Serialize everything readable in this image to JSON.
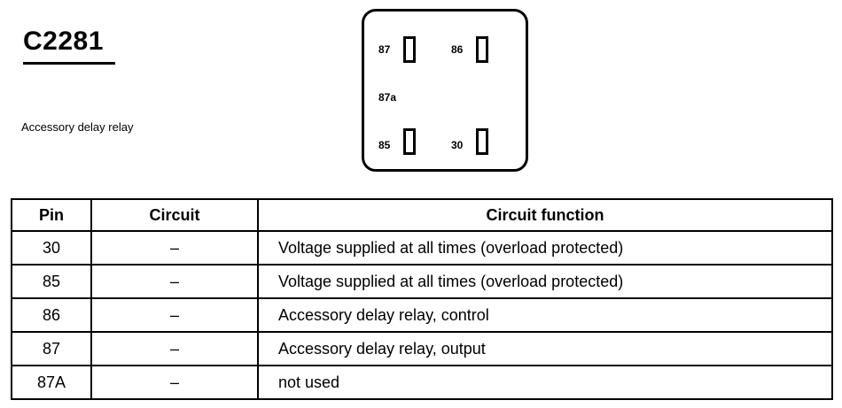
{
  "connector": {
    "id": "C2281",
    "description": "Accessory delay relay"
  },
  "relay_face": {
    "pins": [
      {
        "label": "87"
      },
      {
        "label": "86"
      },
      {
        "label": "87a"
      },
      {
        "label": "85"
      },
      {
        "label": "30"
      }
    ]
  },
  "table": {
    "headers": {
      "pin": "Pin",
      "circuit": "Circuit",
      "function": "Circuit function"
    },
    "rows": [
      {
        "pin": "30",
        "circuit": "–",
        "function": "Voltage supplied at all times (overload protected)"
      },
      {
        "pin": "85",
        "circuit": "–",
        "function": "Voltage supplied at all times (overload protected)"
      },
      {
        "pin": "86",
        "circuit": "–",
        "function": "Accessory delay relay, control"
      },
      {
        "pin": "87",
        "circuit": "–",
        "function": "Accessory delay relay, output"
      },
      {
        "pin": "87A",
        "circuit": "–",
        "function": "not used"
      }
    ]
  }
}
